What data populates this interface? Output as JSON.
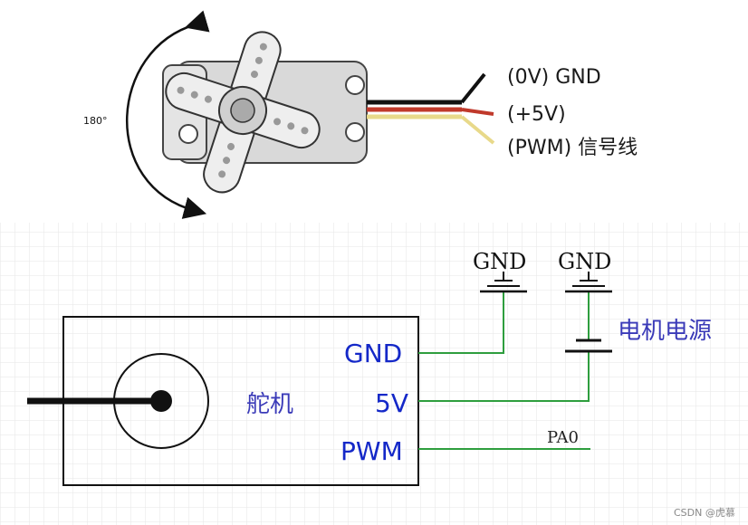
{
  "photo": {
    "angle_label": "180°",
    "wires": [
      {
        "label": "(0V) GND",
        "color": "#111111"
      },
      {
        "label": "(+5V)",
        "color": "#c0392b"
      },
      {
        "label": "(PWM) 信号线",
        "color": "#e8d98a"
      }
    ]
  },
  "schematic": {
    "servo_label": "舵机",
    "pins": {
      "gnd": "GND",
      "v5": "5V",
      "pwm": "PWM"
    },
    "ground_label_1": "GND",
    "ground_label_2": "GND",
    "power_label": "电机电源",
    "signal_net": "PA0",
    "wire_color": "#2e9e3e",
    "pin_color": "#1428c8"
  },
  "watermark": "CSDN @虎慕"
}
